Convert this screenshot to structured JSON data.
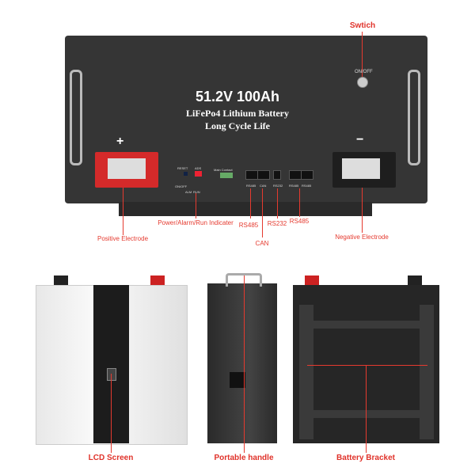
{
  "top": {
    "title": "51.2V 100Ah",
    "subtitle1": "LiFePo4 Lithium Battery",
    "subtitle2": "Long Cycle Life",
    "switch_label": "Swtich",
    "on_off": "ON/OFF",
    "plus": "+",
    "minus": "−",
    "panel": {
      "reset": "RESET",
      "ads": "ADS",
      "main_contact": "Main Contact",
      "on_off": "ON/OFF",
      "alm": "ALM",
      "run": "RUN",
      "ports": [
        "RS485",
        "CAN",
        "RS232",
        "RS485",
        "RS485"
      ]
    },
    "callouts": {
      "indicator": "Power/Alarm/Run Indicater",
      "rs485a": "RS485",
      "can": "CAN",
      "rs232": "RS232",
      "rs485b": "RS485",
      "positive": "Positive Electrode",
      "negative": "Negative Electrode"
    }
  },
  "bottom": {
    "lcd": "LCD Screen",
    "handle": "Portable handle",
    "bracket": "Battery Bracket"
  },
  "colors": {
    "accent": "#e53a2f",
    "body": "#333333",
    "terminal_red": "#d42a2a"
  }
}
